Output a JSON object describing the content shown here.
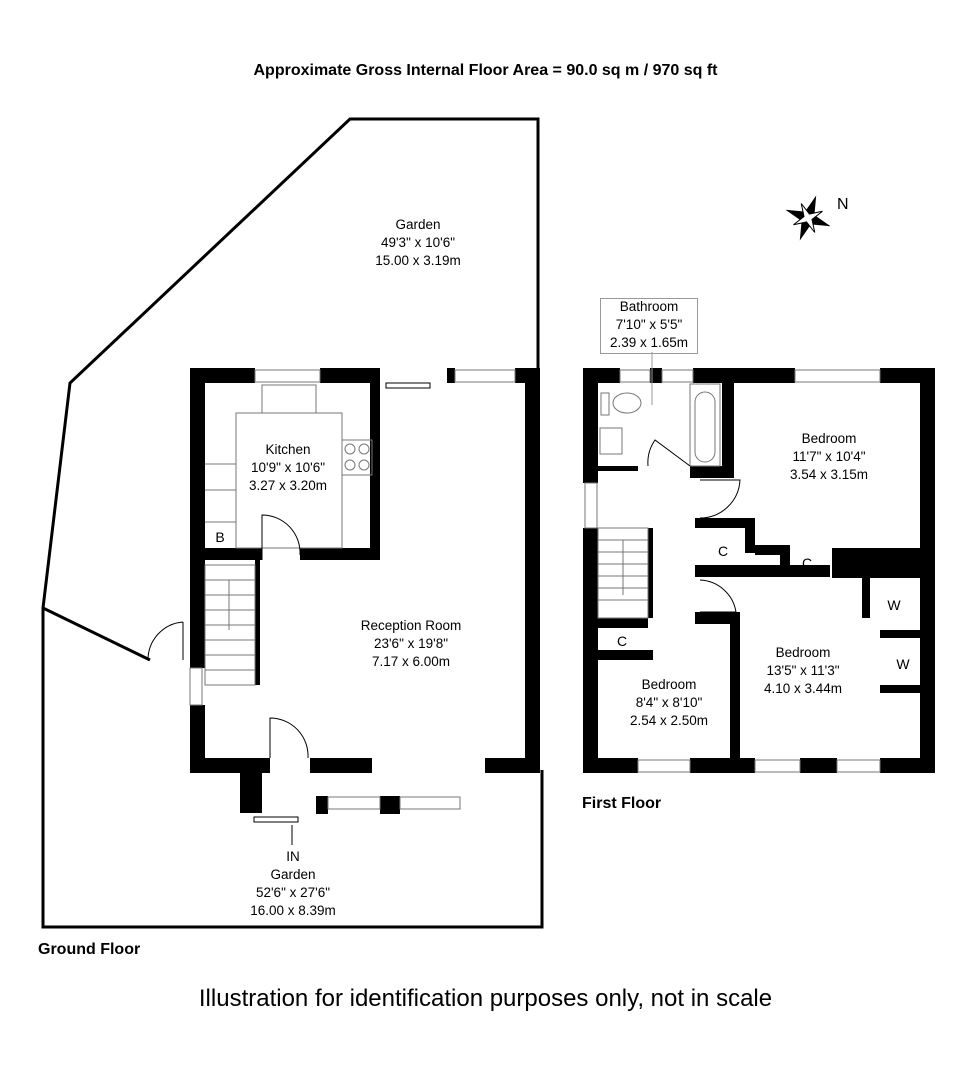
{
  "title": "Approximate Gross Internal Floor Area =  90.0 sq m / 970 sq ft",
  "compass": {
    "label": "N"
  },
  "ground_floor": {
    "label": "Ground Floor",
    "rooms": [
      {
        "name": "Garden",
        "imperial": "49'3\" x 10'6\"",
        "metric": "15.00 x 3.19m"
      },
      {
        "name": "Kitchen",
        "imperial": "10'9\" x 10'6\"",
        "metric": "3.27 x 3.20m"
      },
      {
        "name": "Reception Room",
        "imperial": "23'6\" x 19'8\"",
        "metric": "7.17 x 6.00m"
      },
      {
        "name": "Garden",
        "imperial": "52'6\" x 27'6\"",
        "metric": "16.00 x 8.39m"
      }
    ],
    "boiler_label": "B",
    "entrance_label": "IN"
  },
  "first_floor": {
    "label": "First Floor",
    "rooms": [
      {
        "name": "Bathroom",
        "imperial": "7'10\" x 5'5\"",
        "metric": "2.39 x 1.65m"
      },
      {
        "name": "Bedroom",
        "imperial": "11'7\" x 10'4\"",
        "metric": "3.54 x 3.15m"
      },
      {
        "name": "Bedroom",
        "imperial": "13'5\" x 11'3\"",
        "metric": "4.10 x 3.44m"
      },
      {
        "name": "Bedroom",
        "imperial": "8'4\" x 8'10\"",
        "metric": "2.54 x 2.50m"
      }
    ],
    "cupboard_label": "C",
    "wardrobe_label": "W"
  },
  "note": "Illustration for identification purposes only, not in scale"
}
